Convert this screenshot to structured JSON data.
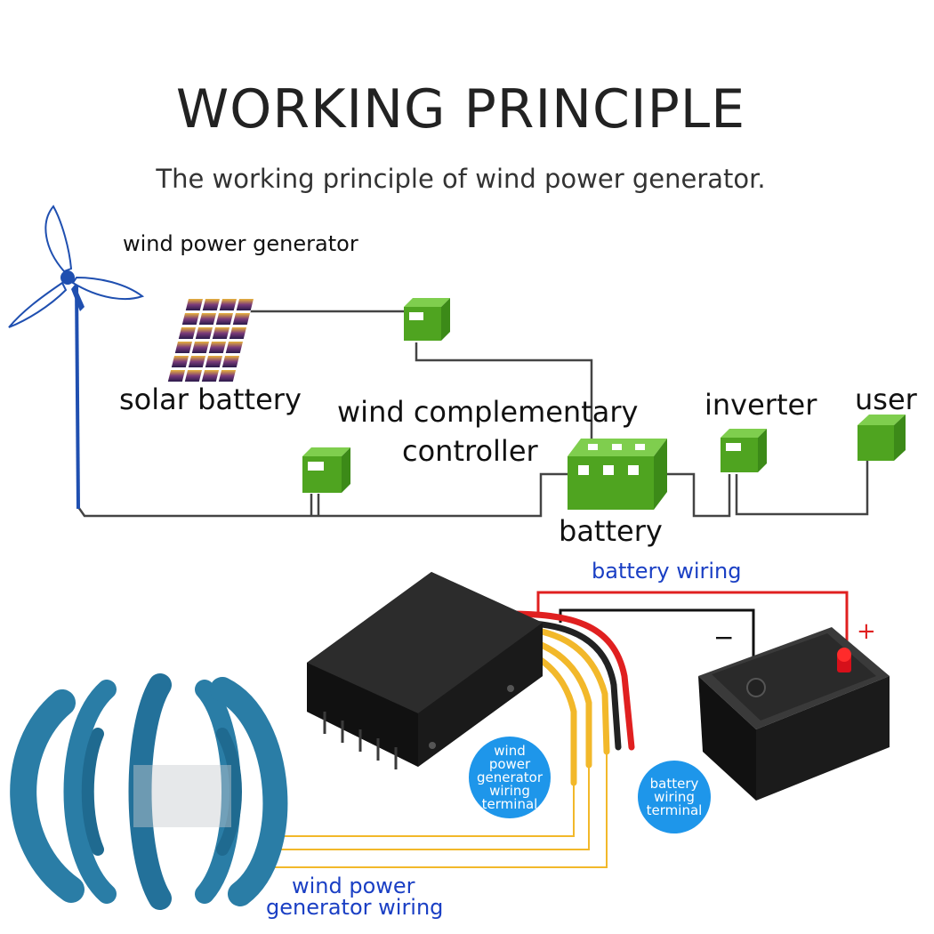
{
  "header": {
    "title": "WORKING PRINCIPLE",
    "subtitle": "The working principle of wind power generator."
  },
  "diagram": {
    "wind_power_generator": "wind power generator",
    "solar_battery": "solar battery",
    "controller_line1": "wind complementary",
    "controller_line2": "controller",
    "inverter": "inverter",
    "user": "user",
    "battery": "battery"
  },
  "wiring": {
    "battery_wiring": "battery wiring",
    "generator_terminal": [
      "wind",
      "power",
      "generator",
      "wiring",
      "terminal"
    ],
    "battery_terminal": [
      "battery",
      "wiring",
      "terminal"
    ],
    "wind_wiring_line1": "wind power",
    "wind_wiring_line2": "generator wiring",
    "minus_sign": "−",
    "plus_sign": "+"
  },
  "colors": {
    "box_green": "#4fa420",
    "wire_red": "#e02020",
    "wire_yellow": "#f2b82a",
    "label_blue": "#1a3fc4",
    "circle_blue": "#1e96ea",
    "turbine_blue": "#2a7da6"
  }
}
